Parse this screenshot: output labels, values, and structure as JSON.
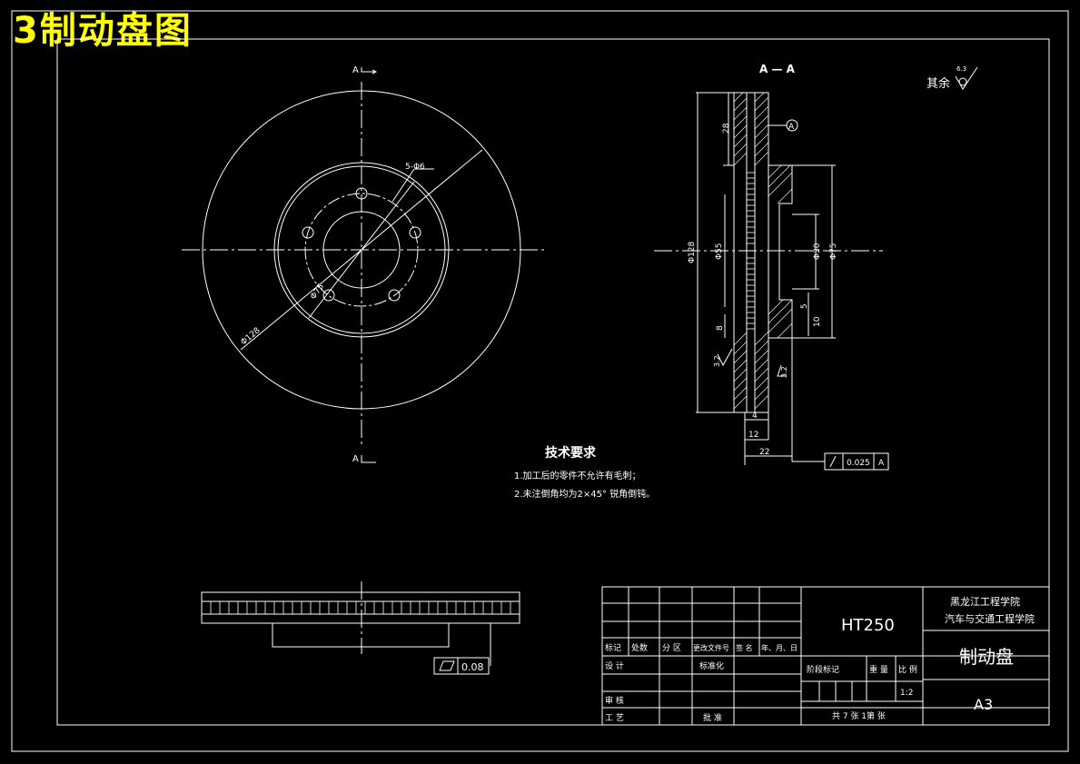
{
  "banner_title": "3制动盘图",
  "view_labels": {
    "section_title": "A — A",
    "cut_top": "A",
    "cut_bottom": "A",
    "datum": "A"
  },
  "front_view_dims": {
    "holes": "5-Φ6",
    "d75": "Φ75",
    "d128": "Φ128"
  },
  "section_dims": {
    "d28": "28",
    "d128": "Φ128",
    "d55": "Φ55",
    "d30": "Φ30",
    "d75": "Φ75",
    "d8": "8",
    "d10": "10",
    "d5": "5",
    "d4": "4",
    "d12": "12",
    "d22": "22",
    "rough_left": "3.2",
    "rough_right": "3.2",
    "tolerance_value": "0.025",
    "tolerance_datum": "A"
  },
  "surface_finish": {
    "label": "其余",
    "value": "6.3"
  },
  "flatness": {
    "value": "0.08"
  },
  "tech_requirements": {
    "title": "技术要求",
    "line1": "1.加工后的零件不允许有毛刺；",
    "line2": "2.未注倒角均为2×45° 锐角倒钝。"
  },
  "title_block": {
    "material": "HT250",
    "school": "黑龙江工程学院",
    "dept": "汽车与交通工程学院",
    "part_name": "制动盘",
    "sheet_size": "A3",
    "scale": "1:2",
    "sheets": "共 7  张  1第    张",
    "headers": [
      "标记",
      "处数",
      "分 区",
      "更改文件号",
      "签 名",
      "年、月、日"
    ],
    "rows": [
      "设 计",
      "标准化",
      "审 核",
      "工 艺",
      "批 准"
    ],
    "stage_label": "阶段标记",
    "weight_label": "重 量",
    "ratio_label": "比 例"
  }
}
